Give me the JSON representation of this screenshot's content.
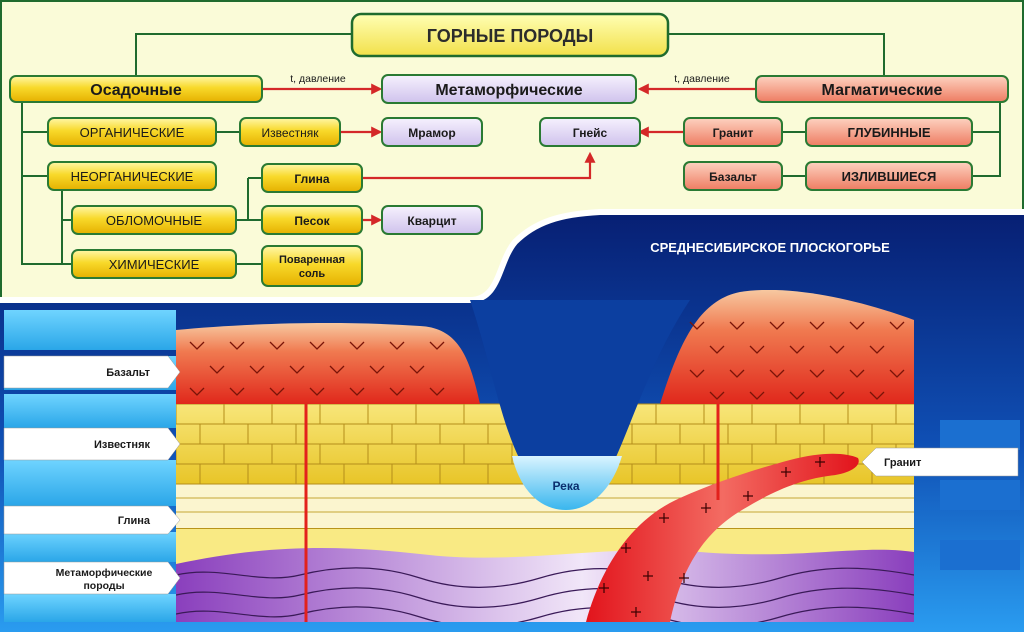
{
  "title": "ГОРНЫЕ ПОРОДЫ",
  "types": {
    "sedimentary": "Осадочные",
    "metamorphic": "Метаморфические",
    "igneous": "Магматические",
    "arrow_left": "t, давление",
    "arrow_right": "t, давление"
  },
  "sedimentary": {
    "organic": "ОРГАНИЧЕСКИЕ",
    "inorganic": "НЕОРГАНИЧЕСКИЕ",
    "clastic": "ОБЛОМОЧНЫЕ",
    "chemical": "ХИМИЧЕСКИЕ",
    "limestone": "Известняк",
    "clay": "Глина",
    "sand": "Песок",
    "salt_line1": "Поваренная",
    "salt_line2": "соль"
  },
  "metamorphic": {
    "marble": "Мрамор",
    "gneiss": "Гнейс",
    "quartzite": "Кварцит"
  },
  "igneous": {
    "granite": "Гранит",
    "basalt": "Базальт",
    "intrusive": "ГЛУБИННЫЕ",
    "extrusive": "ИЗЛИВШИЕСЯ"
  },
  "section": {
    "title": "СРЕДНЕСИБИРСКОЕ ПЛОСКОГОРЬЕ",
    "river": "Река",
    "left_labels": {
      "basalt": "Базальт",
      "limestone": "Известняк",
      "clay": "Глина",
      "metamorphic_line1": "Метаморфические",
      "metamorphic_line2": "породы"
    },
    "right_label_granite": "Гранит"
  },
  "colors": {
    "background": "#fafbd8",
    "connector": "#1f6b2e",
    "arrow": "#d42828",
    "yellow_box": "#f6d420",
    "lilac_box": "#ddd2f2",
    "salmon_box": "#f28c74",
    "sky_top": "#0a2f8c",
    "sky_bottom": "#1f8fe6",
    "basalt": "#e53a20",
    "limestone": "#f3dc5e",
    "clay": "#f7ed8e",
    "metamorphic": "#8f4fc0",
    "granite": "#e8262c"
  }
}
